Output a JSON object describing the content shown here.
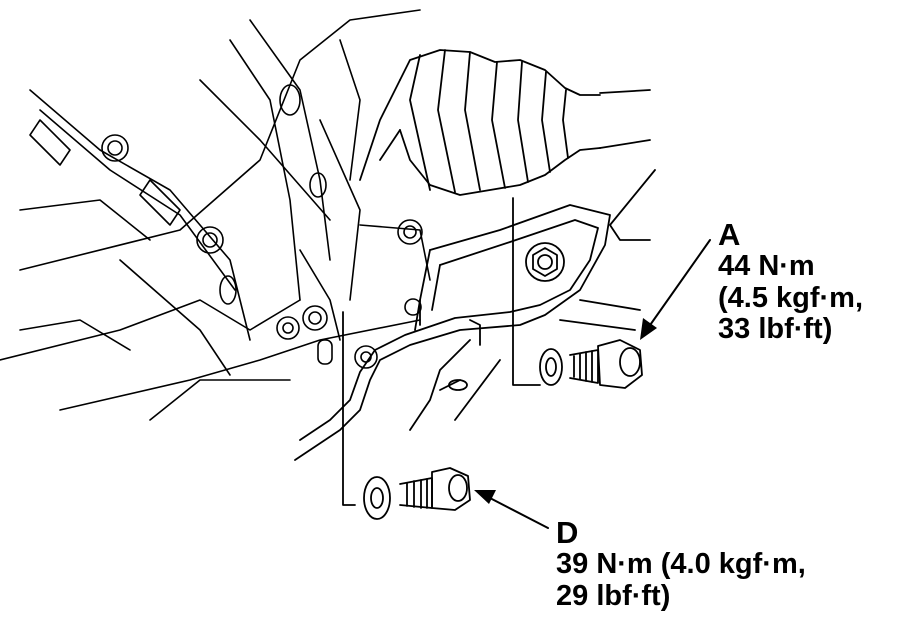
{
  "callouts": {
    "a": {
      "letter": "A",
      "torque_nm": "44  N·m",
      "torque_kgf": "(4.5 kgf·m,",
      "torque_lbf": "33 lbf·ft)"
    },
    "d": {
      "letter": "D",
      "torque_line1": "39 N·m (4.0 kgf·m,",
      "torque_line2": "29 lbf·ft)"
    }
  },
  "colors": {
    "ink": "#000000",
    "paper": "#ffffff"
  }
}
